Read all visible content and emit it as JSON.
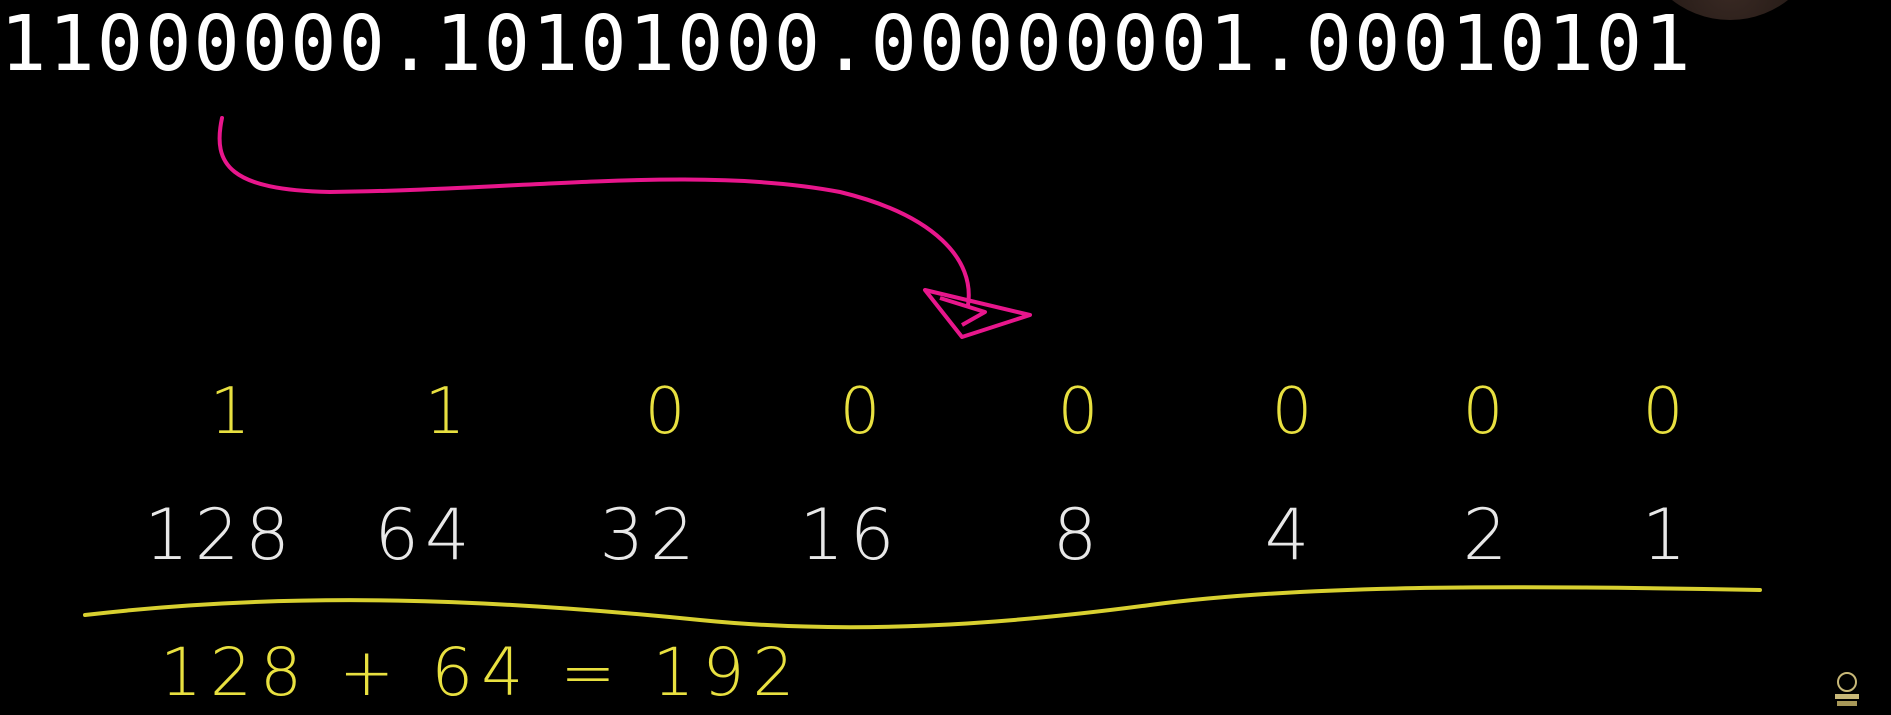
{
  "ip_address_binary": "11000000.10101000.00000001.00010101",
  "bits": [
    "1",
    "1",
    "0",
    "0",
    "0",
    "0",
    "0",
    "0"
  ],
  "weights": [
    "128",
    "64",
    "32",
    "16",
    "8",
    "4",
    "2",
    "1"
  ],
  "sum_expression": "128 + 64 = 192",
  "colors": {
    "background": "#000000",
    "binary_text": "#ffffff",
    "bits": "#e8e040",
    "weights": "#e8e8e8",
    "underline": "#d8d030",
    "arrow": "#e8168c"
  },
  "icons": [
    "arrow-annotation",
    "presenter-avatar",
    "channel-logo-icon"
  ]
}
